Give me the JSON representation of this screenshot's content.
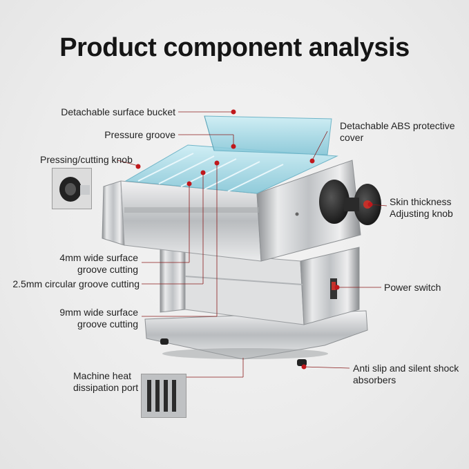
{
  "title": "Product component analysis",
  "labels": {
    "surface_bucket": "Detachable surface bucket",
    "pressure_groove": "Pressure groove",
    "knob": "Pressing/cutting knob",
    "abs_cover_1": "Detachable ABS protective",
    "abs_cover_2": "cover",
    "thickness_1": "Skin thickness",
    "thickness_2": "Adjusting knob",
    "groove4_1": "4mm wide surface",
    "groove4_2": "groove cutting",
    "groove25": "2.5mm circular groove cutting",
    "groove9_1": "9mm wide surface",
    "groove9_2": "groove cutting",
    "power": "Power switch",
    "heat_1": "Machine heat",
    "heat_2": "dissipation port",
    "feet_1": "Anti slip and silent shock",
    "feet_2": "absorbers"
  },
  "colors": {
    "leader": "#8a1a1a",
    "dot": "#c0181c",
    "steel": "#c9cbcd",
    "cover": "#9fd3e0"
  }
}
